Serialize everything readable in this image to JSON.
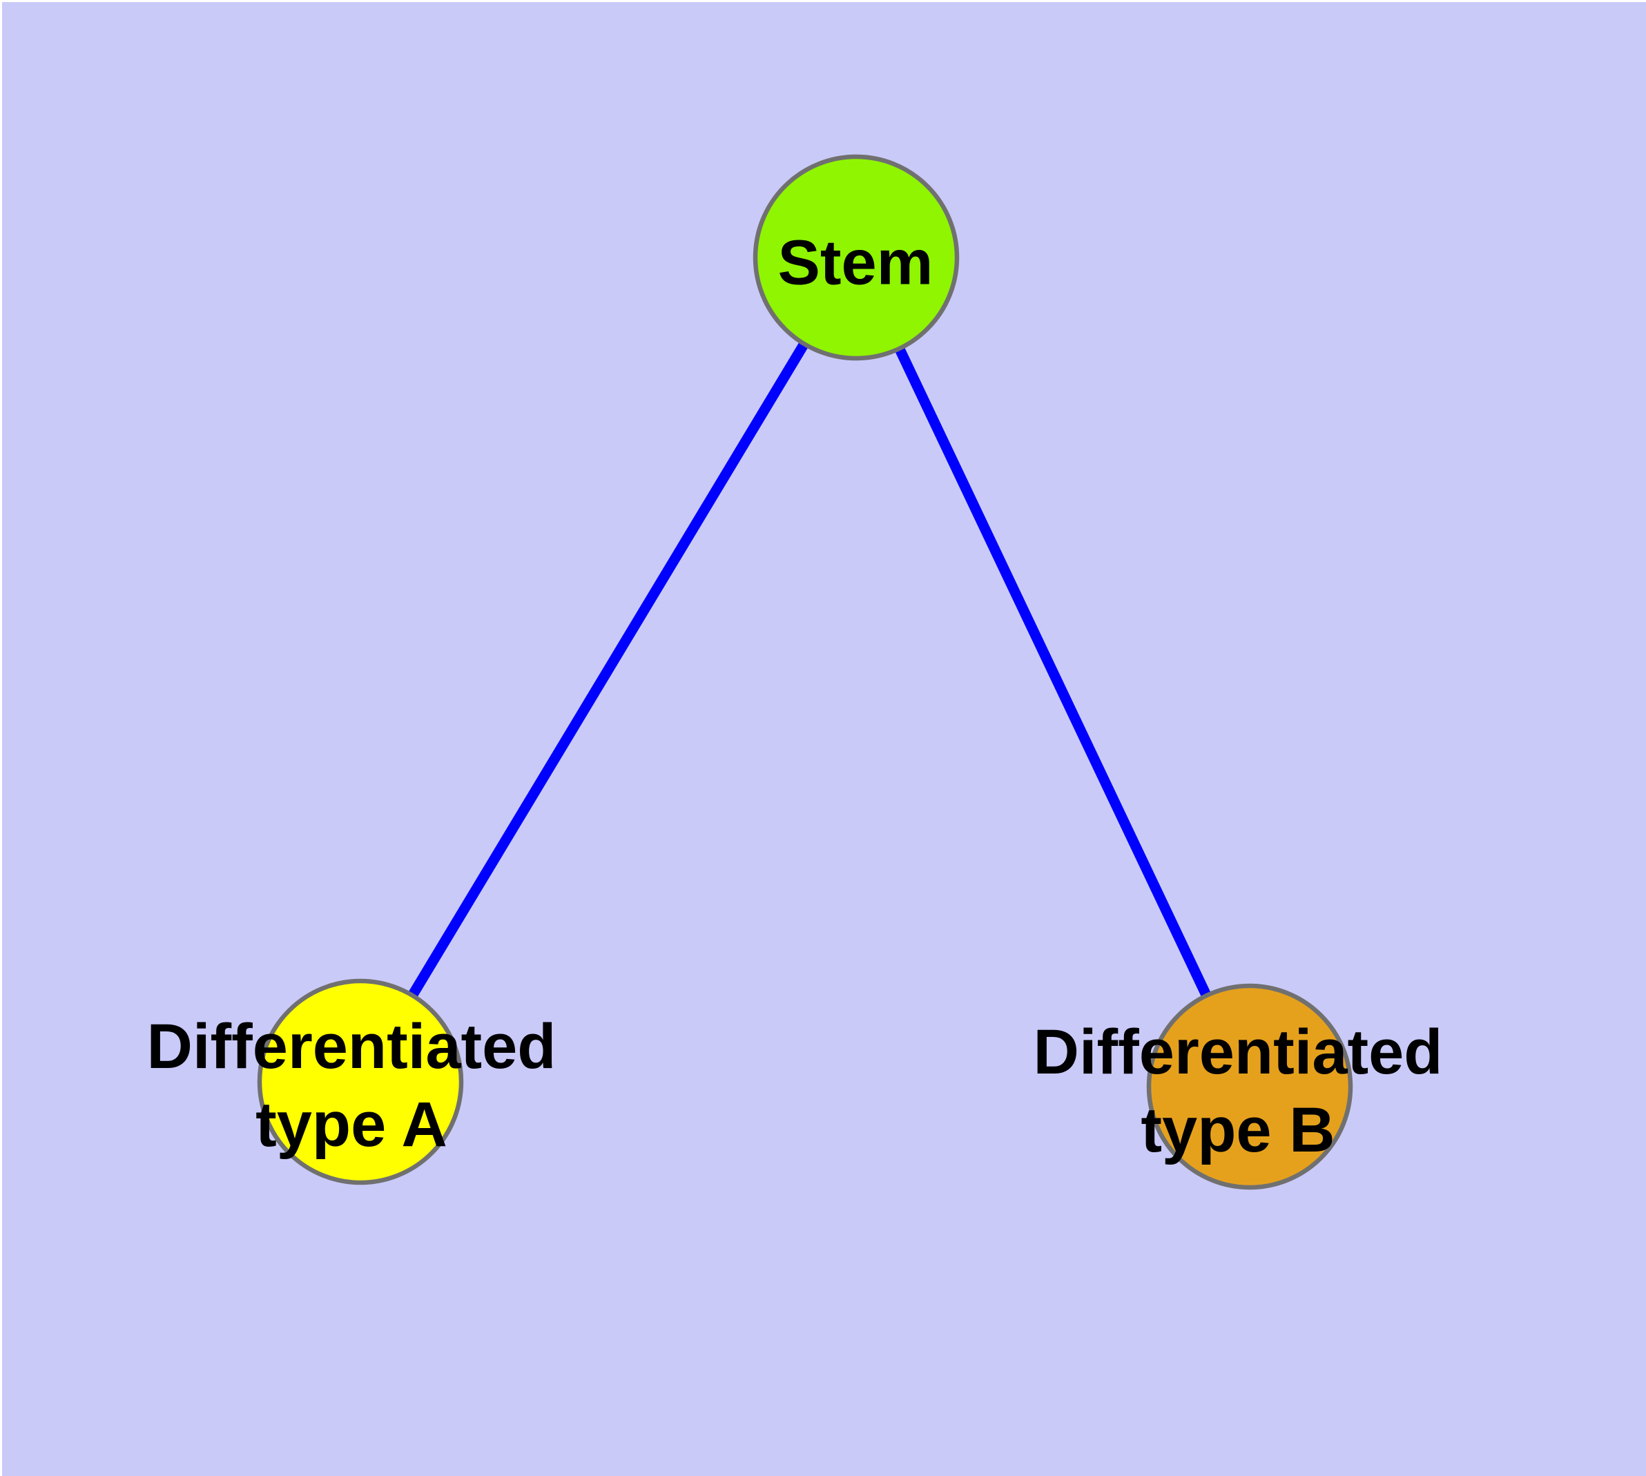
{
  "figure": {
    "background_color": "#CACAF9",
    "margin_color": "#FFFFFF"
  },
  "graph": {
    "edge_color": "#0000FF",
    "edge_width": "15",
    "node_border_color": "#707070",
    "node_border_width": "6.5",
    "label_color": "#000000",
    "nodes": [
      {
        "id": "stem",
        "label": "Stem",
        "fill": "#8FF500"
      },
      {
        "id": "type_a",
        "label": "Differentiated\ntype A",
        "fill": "#FFFF00"
      },
      {
        "id": "type_b",
        "label": "Differentiated\ntype B",
        "fill": "#E6A11C"
      }
    ],
    "edges": [
      {
        "from": "Stem",
        "to": "Differentiated type A"
      },
      {
        "from": "Stem",
        "to": "Differentiated type B"
      }
    ]
  }
}
